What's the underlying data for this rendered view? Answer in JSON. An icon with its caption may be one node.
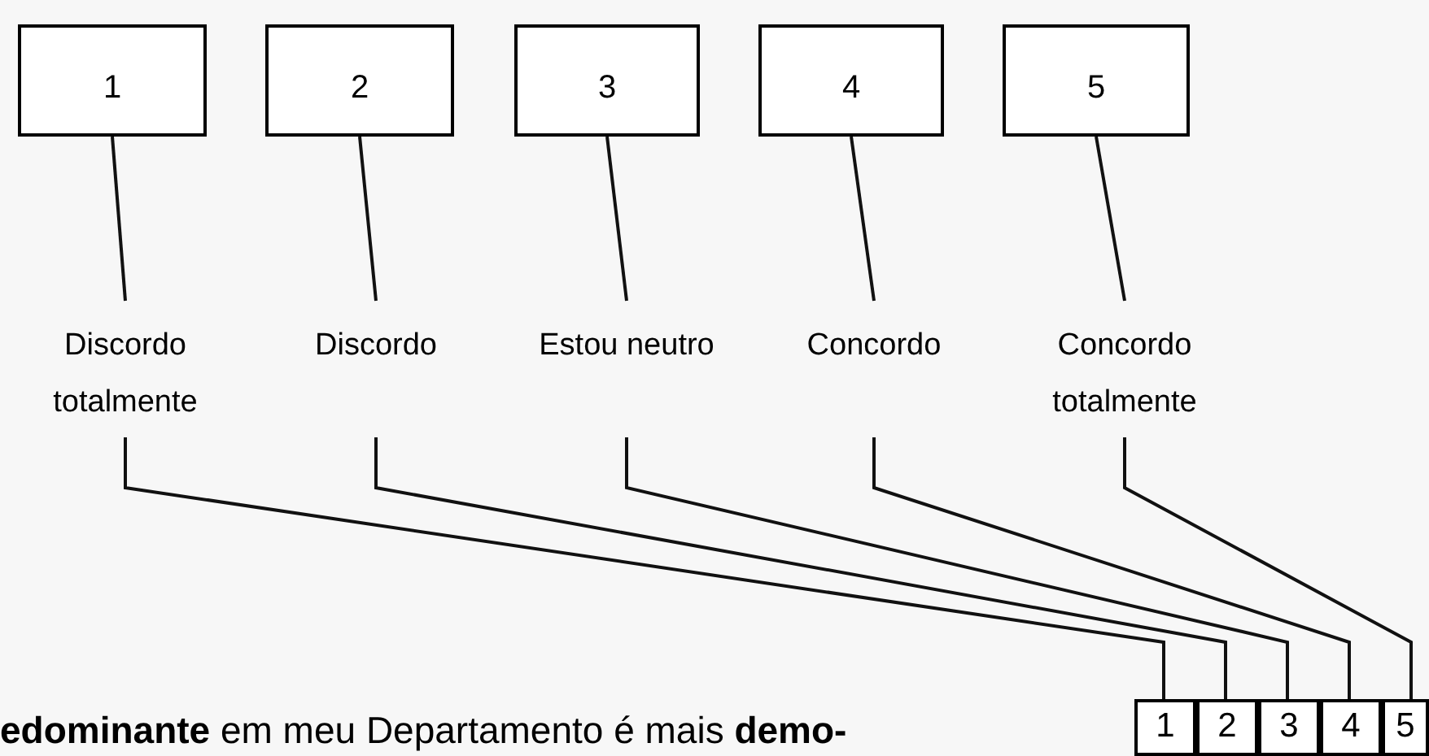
{
  "diagram": {
    "nodes": [
      {
        "text": [
          "1"
        ]
      },
      {
        "text": [
          "2"
        ]
      },
      {
        "text": [
          "3"
        ]
      },
      {
        "text": [
          "4"
        ]
      },
      {
        "text": [
          "5"
        ]
      },
      {
        "text": [
          "Discordo totalmente"
        ]
      },
      {
        "text": [
          "Discordo"
        ]
      },
      {
        "text": [
          "Estou neutro"
        ]
      },
      {
        "text": [
          "Concordo"
        ]
      },
      {
        "text": [
          "Concordo totalmente"
        ]
      },
      {
        "text": [
          "1"
        ]
      },
      {
        "text": [
          "2"
        ]
      },
      {
        "text": [
          "3"
        ]
      },
      {
        "text": [
          "4"
        ]
      },
      {
        "text": [
          "5"
        ]
      }
    ],
    "edges": [
      {
        "from": 0,
        "to": 5,
        "arrow": "none"
      },
      {
        "from": 1,
        "to": 6,
        "arrow": "none"
      },
      {
        "from": 2,
        "to": 7,
        "arrow": "none"
      },
      {
        "from": 3,
        "to": 8,
        "arrow": "none"
      },
      {
        "from": 4,
        "to": 9,
        "arrow": "none"
      },
      {
        "from": 5,
        "to": 10,
        "arrow": "none"
      },
      {
        "from": 6,
        "to": 11,
        "arrow": "none"
      },
      {
        "from": 7,
        "to": 12,
        "arrow": "none"
      },
      {
        "from": 8,
        "to": 13,
        "arrow": "none"
      },
      {
        "from": 9,
        "to": 14,
        "arrow": "none"
      }
    ],
    "labels": [
      "**edominante** em meu Departamento é mais **demo-**"
    ]
  }
}
